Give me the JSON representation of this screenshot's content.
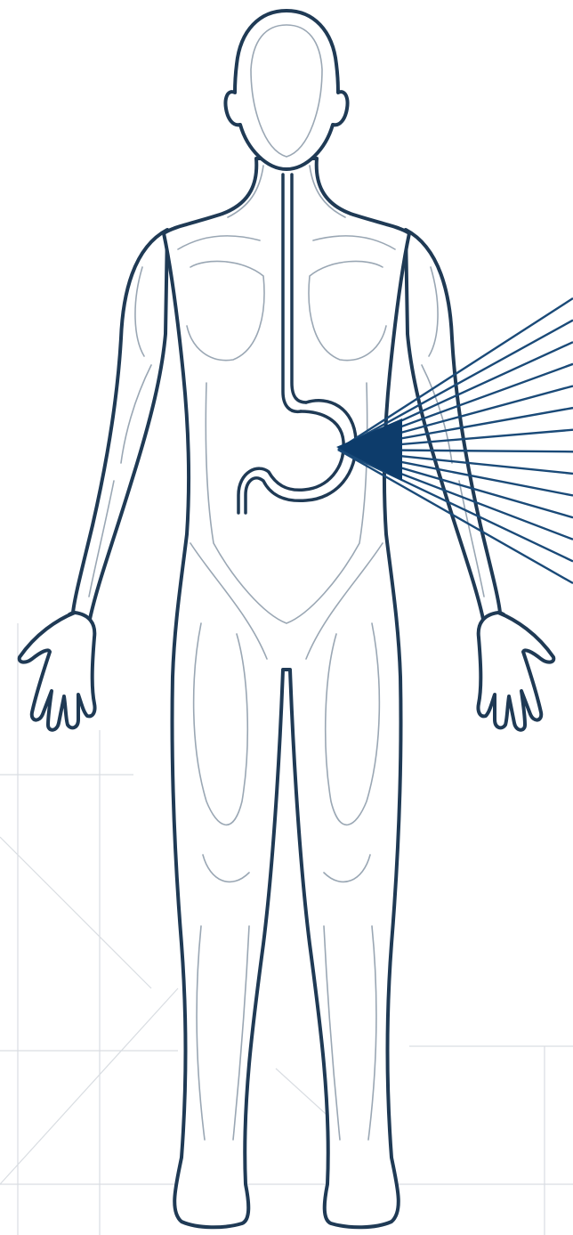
{
  "diagram": {
    "subject": "anatomical-figure-front",
    "highlighted_organ": "stomach",
    "ray_count": 14
  },
  "colors": {
    "background": "#ffffff",
    "outline": "#1f3a55",
    "contour": "#9aa7b4",
    "organ": "#1f3a55",
    "ray": "#1a4a78",
    "ray_focus": "#0d3c6b",
    "grid": "#d9dde2"
  }
}
